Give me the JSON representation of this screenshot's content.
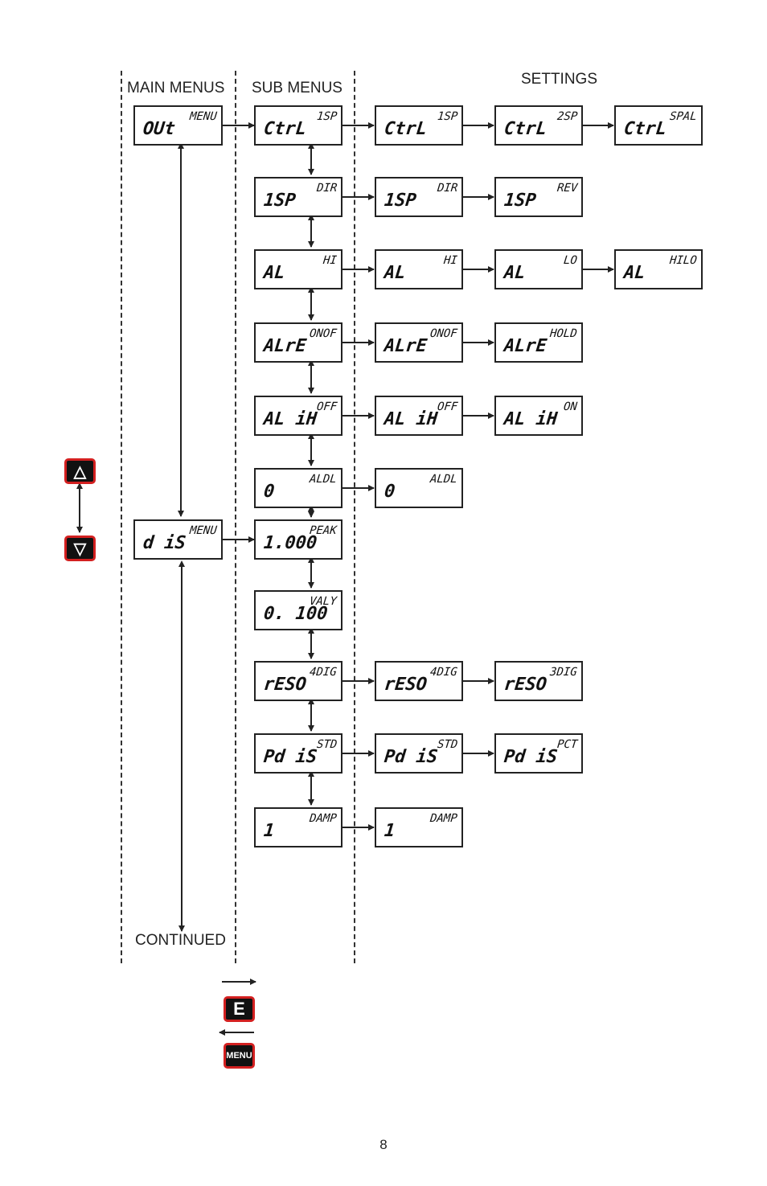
{
  "headers": {
    "main_menus": "MAIN MENUS",
    "sub_menus": "SUB MENUS",
    "settings": "SETTINGS",
    "continued": "CONTINUED"
  },
  "main_menus": [
    {
      "display": "OUt",
      "tag": "MENU"
    },
    {
      "display": "d iS",
      "tag": "MENU"
    }
  ],
  "rows": [
    {
      "sub": {
        "display": "CtrL",
        "tag": "1SP"
      },
      "settings": [
        {
          "display": "CtrL",
          "tag": "1SP"
        },
        {
          "display": "CtrL",
          "tag": "2SP"
        },
        {
          "display": "CtrL",
          "tag": "SPAL"
        }
      ]
    },
    {
      "sub": {
        "display": "1SP",
        "tag": "DIR"
      },
      "settings": [
        {
          "display": "1SP",
          "tag": "DIR"
        },
        {
          "display": "1SP",
          "tag": "REV"
        }
      ]
    },
    {
      "sub": {
        "display": "AL",
        "tag": "HI"
      },
      "settings": [
        {
          "display": "AL",
          "tag": "HI"
        },
        {
          "display": "AL",
          "tag": "LO"
        },
        {
          "display": "AL",
          "tag": "HILO"
        }
      ]
    },
    {
      "sub": {
        "display": "ALrE",
        "tag": "ONOF"
      },
      "settings": [
        {
          "display": "ALrE",
          "tag": "ONOF"
        },
        {
          "display": "ALrE",
          "tag": "HOLD"
        }
      ]
    },
    {
      "sub": {
        "display": "AL iH",
        "tag": "OFF"
      },
      "settings": [
        {
          "display": "AL iH",
          "tag": "OFF"
        },
        {
          "display": "AL iH",
          "tag": "ON"
        }
      ]
    },
    {
      "sub": {
        "display": "0",
        "tag": "ALDL"
      },
      "settings": [
        {
          "display": "0",
          "tag": "ALDL"
        }
      ]
    },
    {
      "sub": {
        "display": "1.000",
        "tag": "PEAK"
      },
      "settings": []
    },
    {
      "sub": {
        "display": "0. 100",
        "tag": "VALY"
      },
      "settings": []
    },
    {
      "sub": {
        "display": "rESO",
        "tag": "4DIG"
      },
      "settings": [
        {
          "display": "rESO",
          "tag": "4DIG"
        },
        {
          "display": "rESO",
          "tag": "3DIG"
        }
      ]
    },
    {
      "sub": {
        "display": "Pd iS",
        "tag": "STD"
      },
      "settings": [
        {
          "display": "Pd iS",
          "tag": "STD"
        },
        {
          "display": "Pd iS",
          "tag": "PCT"
        }
      ]
    },
    {
      "sub": {
        "display": "1",
        "tag": "DAMP"
      },
      "settings": [
        {
          "display": "1",
          "tag": "DAMP"
        }
      ]
    }
  ],
  "keys": {
    "up": "△",
    "down": "▽",
    "enter": "E",
    "menu": "MENU"
  },
  "page_number": "8",
  "colors": {
    "key_border": "#d32020",
    "key_fill": "#111111",
    "line": "#222222"
  }
}
